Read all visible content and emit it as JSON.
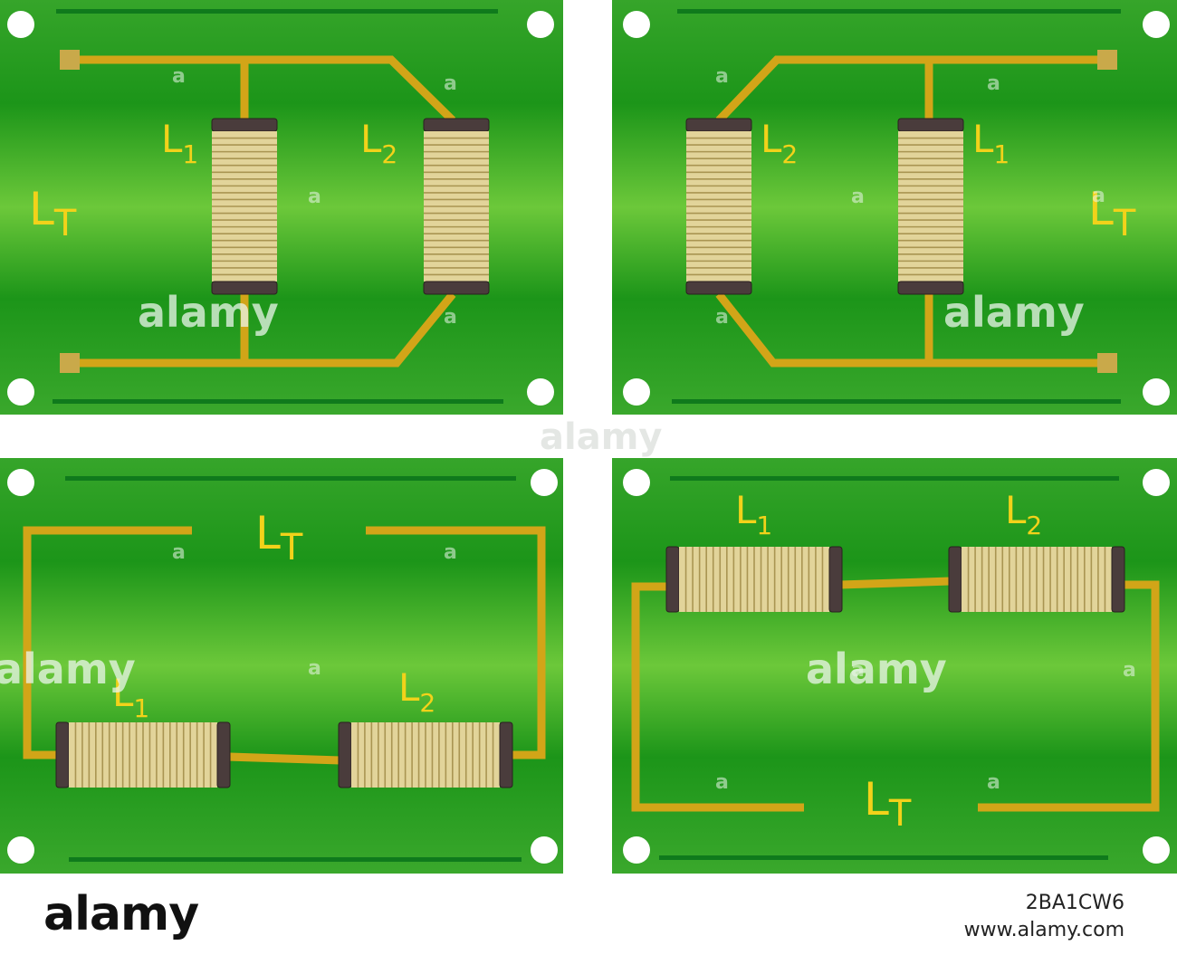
{
  "labels": {
    "l1_main": "L",
    "l1_sub": "1",
    "l2_main": "L",
    "l2_sub": "2",
    "lt_main": "L",
    "lt_sub": "T"
  },
  "watermark": {
    "word": "alamy",
    "mark": "a"
  },
  "footer": {
    "brand": "alamy",
    "image_id": "2BA1CW6",
    "site": "www.alamy.com"
  },
  "colors": {
    "board_green": "#1c9519",
    "trace_gold": "#d2a518",
    "label_yellow": "#f2d21a",
    "coil_tan": "#e2d49a",
    "end_cap": "#4a3c3c"
  }
}
